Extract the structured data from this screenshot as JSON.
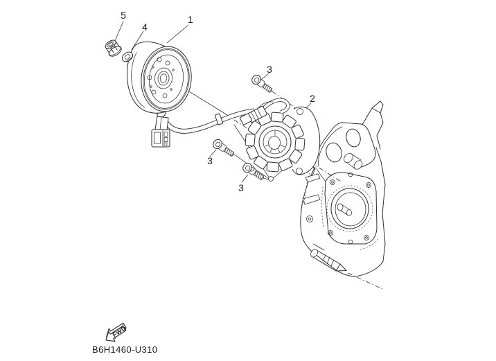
{
  "page": {
    "background": "#ffffff",
    "line_color": "#2b2b2b"
  },
  "diagram": {
    "drawing_code": "B6H1460-U310",
    "fwd_label": "FWD",
    "callouts": [
      {
        "label": "1",
        "part": "generator-rotor"
      },
      {
        "label": "2",
        "part": "stator-coil-assembly"
      },
      {
        "label": "3",
        "part": "bolt-top"
      },
      {
        "label": "3",
        "part": "bolt-middle"
      },
      {
        "label": "3",
        "part": "bolt-bottom"
      },
      {
        "label": "4",
        "part": "washer"
      },
      {
        "label": "5",
        "part": "flange-nut"
      }
    ]
  }
}
